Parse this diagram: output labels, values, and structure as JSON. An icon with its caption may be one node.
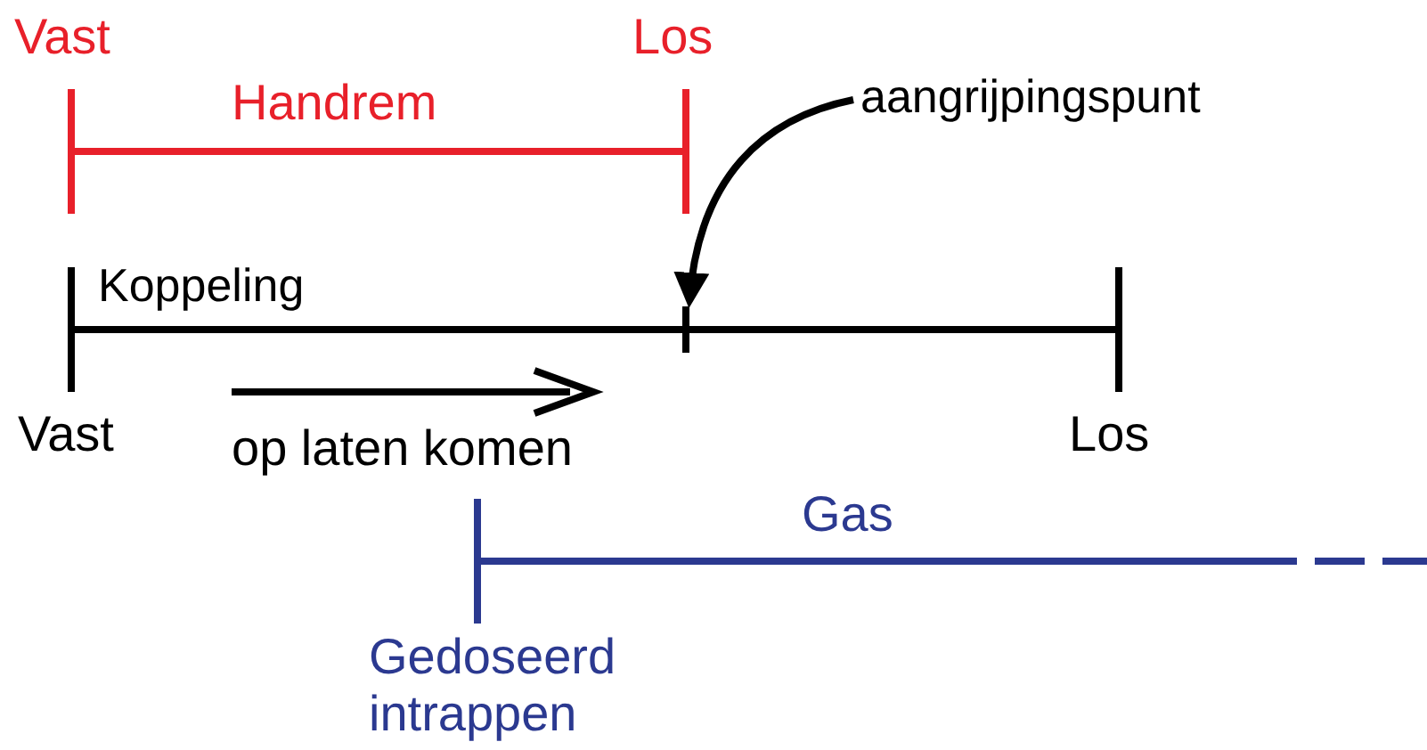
{
  "diagram": {
    "nodes": [
      {
        "text": [
          "aangrijpingspunt"
        ]
      },
      {
        "text": [],
        "shape": "bar"
      }
    ],
    "edges": [
      {
        "from": 0,
        "to": 1,
        "arrow": "to"
      }
    ],
    "labels": [
      "Vast",
      "Los",
      "Handrem",
      "Koppeling",
      "Vast",
      "Los",
      "op laten komen",
      "Gas",
      "Gedoseerd intrappen"
    ]
  }
}
